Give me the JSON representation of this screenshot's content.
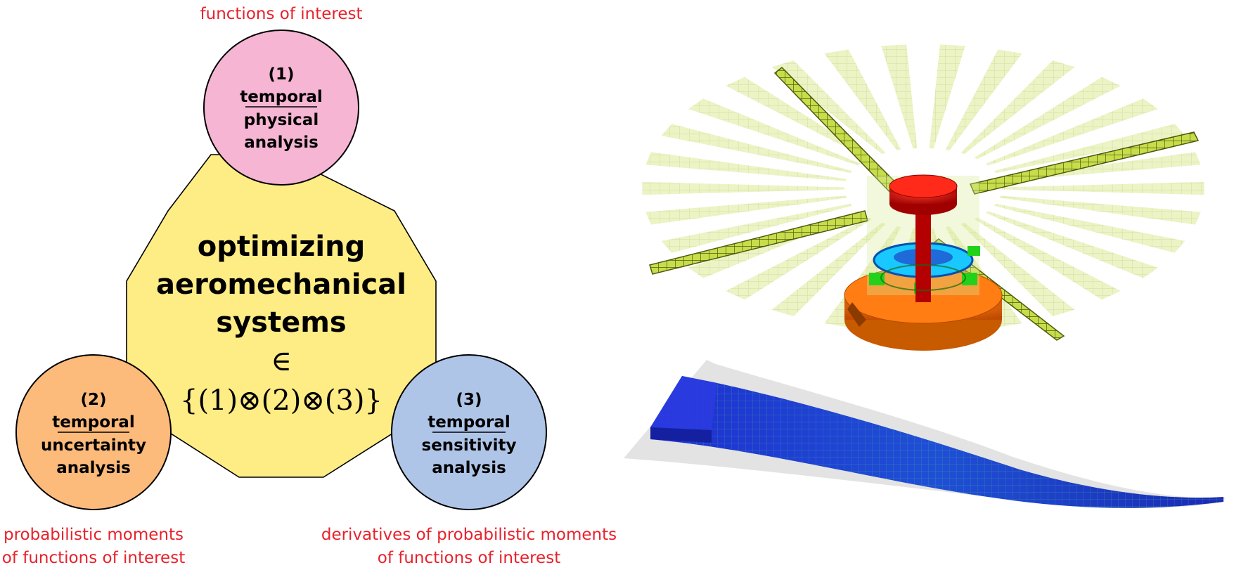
{
  "diagram": {
    "center": {
      "lines": [
        "optimizing",
        "aeromechanical",
        "systems"
      ],
      "element_of": "∈",
      "formula": "{(1)⊗(2)⊗(3)}"
    },
    "nodes": [
      {
        "number": "(1)",
        "underlined": "temporal",
        "line2": "physical",
        "line3": "analysis",
        "color": "#f5b5d3"
      },
      {
        "number": "(2)",
        "underlined": "temporal",
        "line2": "uncertainty",
        "line3": "analysis",
        "color": "#fcba7b"
      },
      {
        "number": "(3)",
        "underlined": "temporal",
        "line2": "sensitivity",
        "line3": "analysis",
        "color": "#aec5e8"
      }
    ],
    "captions": {
      "node1": [
        "functions of interest"
      ],
      "node2": [
        "probabilistic moments",
        "of functions of interest"
      ],
      "node3": [
        "derivatives of probabilistic moments",
        "of functions of interest"
      ]
    },
    "octagon_color": "#feec85",
    "caption_color": "#e8212b"
  },
  "figures": {
    "top_name": "rotor-model",
    "bottom_name": "deformed-blade"
  }
}
